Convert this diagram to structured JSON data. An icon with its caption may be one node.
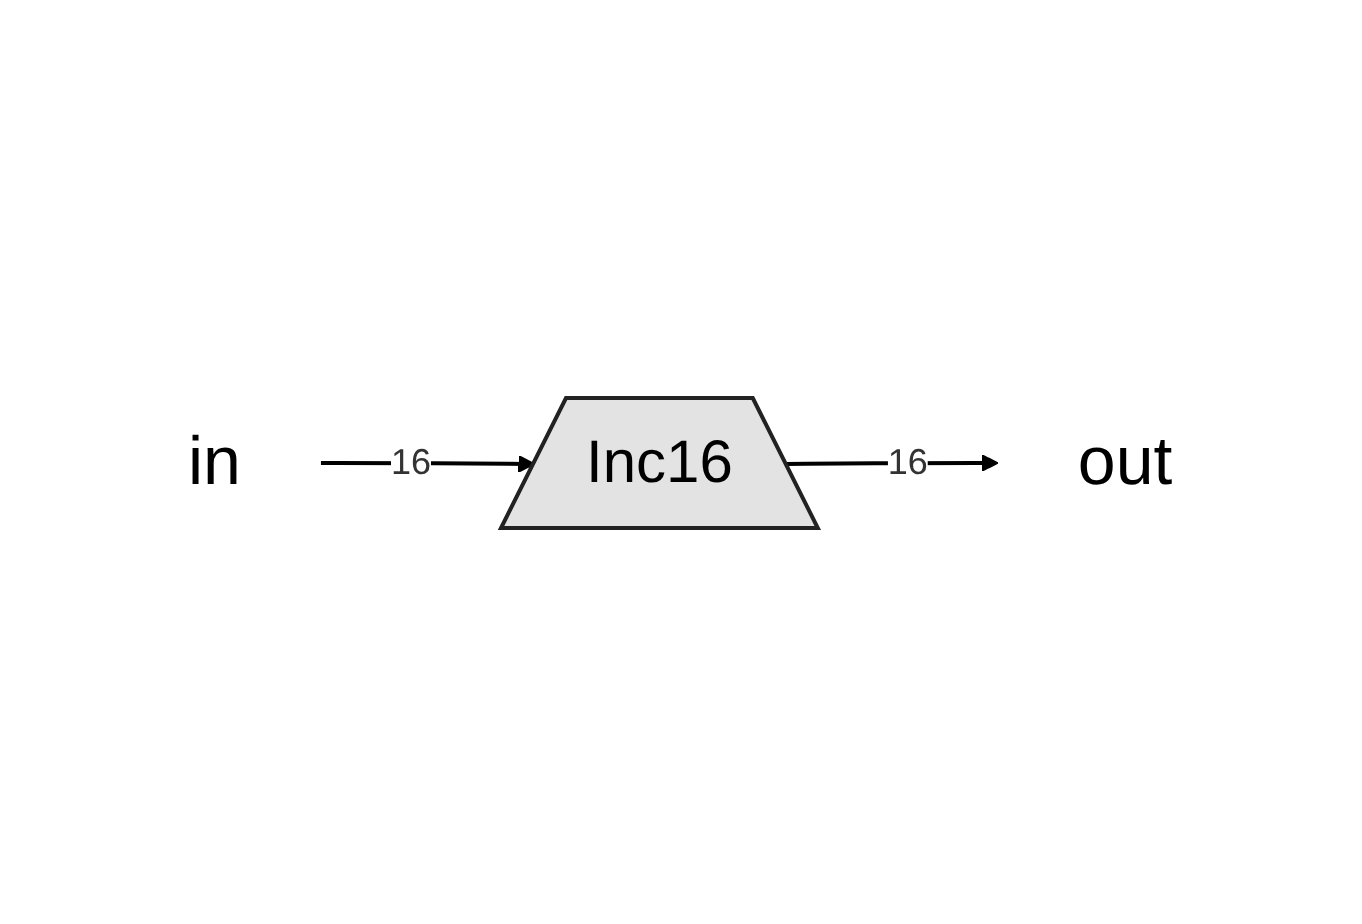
{
  "diagram": {
    "nodes": [
      {
        "text": [
          "in"
        ]
      },
      {
        "text": [
          "Inc16"
        ]
      },
      {
        "text": [
          "out"
        ]
      }
    ],
    "edges": [
      {
        "from": 0,
        "to": 1,
        "arrow": "to",
        "label": "16"
      },
      {
        "from": 1,
        "to": 2,
        "arrow": "to",
        "label": "16"
      }
    ]
  }
}
